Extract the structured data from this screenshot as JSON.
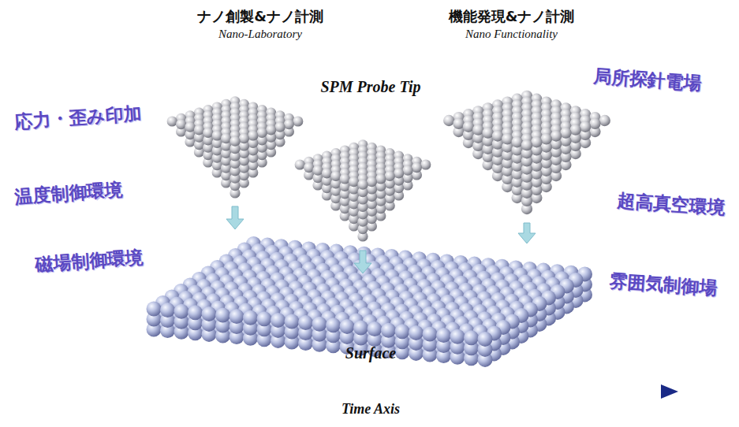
{
  "diagram": {
    "nodes": [
      {
        "text": [
          "ナノ創製&ナノ計測",
          "Nano-Laboratory"
        ]
      },
      {
        "text": [
          "機能発現&ナノ計測",
          "Nano Functionality"
        ]
      },
      {
        "text": [
          "SPM Probe Tip",
          "Surface"
        ]
      }
    ],
    "labels": [
      "応力・歪み印加",
      "局所探針電場",
      "温度制御環境",
      "超高真空環境",
      "磁場制御環境",
      "雰囲気制御場",
      "Time Axis"
    ]
  }
}
